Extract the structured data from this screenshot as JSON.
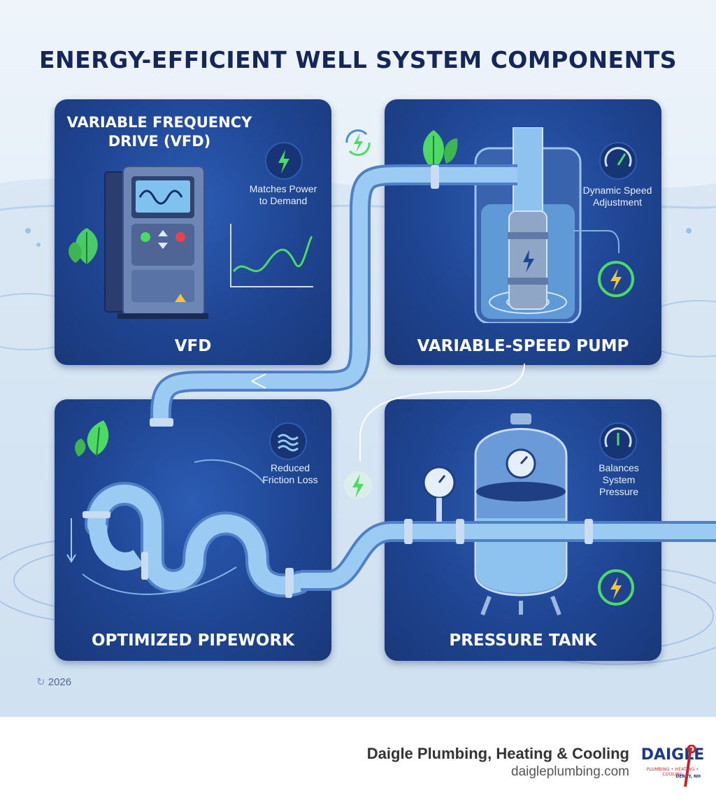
{
  "title": "ENERGY-EFFICIENT WELL SYSTEM COMPONENTS",
  "panels": {
    "vfd": {
      "title_line1": "VARIABLE FREQUENCY",
      "title_line2": "DRIVE (VFD)",
      "feature_line1": "Matches Power",
      "feature_line2": "to Demand",
      "label": "VFD"
    },
    "pump": {
      "feature_line1": "Dynamic Speed",
      "feature_line2": "Adjustment",
      "label": "VARIABLE-SPEED PUMP"
    },
    "pipework": {
      "feature_line1": "Reduced",
      "feature_line2": "Friction Loss",
      "label": "OPTIMIZED PIPEWORK"
    },
    "tank": {
      "feature_line1": "Balances",
      "feature_line2": "System",
      "feature_line3": "Pressure",
      "label": "PRESSURE TANK"
    }
  },
  "copyright": "2026",
  "footer": {
    "company": "Daigle Plumbing, Heating & Cooling",
    "website": "daigleplumbing.com",
    "logo_word": "DAIGLE",
    "logo_sub": "PLUMBING • HEATING • COOLING",
    "logo_loc": "DERRY, NH"
  },
  "colors": {
    "title": "#15265a",
    "panel": "#1f4592",
    "accent_green": "#4cd964",
    "pipe": "#8ec3ef"
  }
}
